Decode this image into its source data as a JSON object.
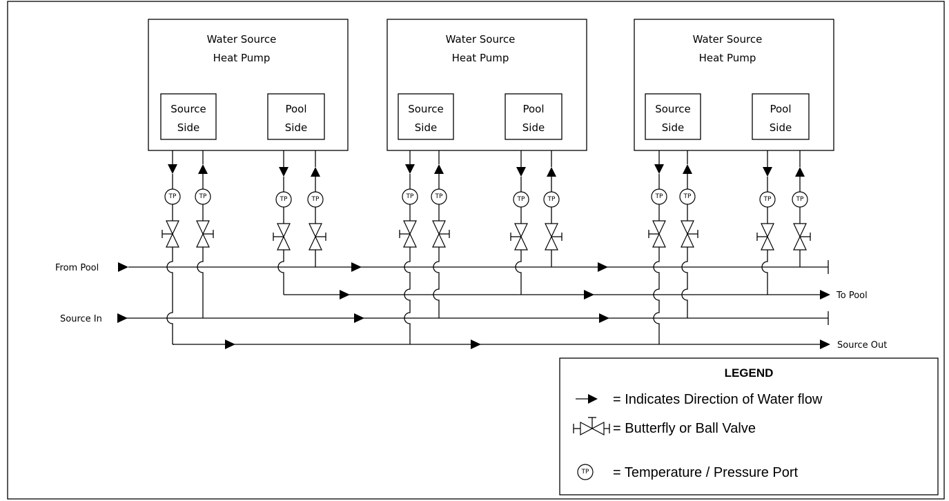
{
  "heat_pumps": [
    {
      "title_line1": "Water Source",
      "title_line2": "Heat Pump",
      "source_side": {
        "line1": "Source",
        "line2": "Side"
      },
      "pool_side": {
        "line1": "Pool",
        "line2": "Side"
      }
    },
    {
      "title_line1": "Water Source",
      "title_line2": "Heat Pump",
      "source_side": {
        "line1": "Source",
        "line2": "Side"
      },
      "pool_side": {
        "line1": "Pool",
        "line2": "Side"
      }
    },
    {
      "title_line1": "Water Source",
      "title_line2": "Heat Pump",
      "source_side": {
        "line1": "Source",
        "line2": "Side"
      },
      "pool_side": {
        "line1": "Pool",
        "line2": "Side"
      }
    }
  ],
  "port_label": "TP",
  "pipe_labels": {
    "from_pool": "From Pool",
    "to_pool": "To Pool",
    "source_in": "Source In",
    "source_out": "Source Out"
  },
  "legend": {
    "title": "LEGEND",
    "flow": "= Indicates Direction of Water flow",
    "valve": "= Butterfly or Ball Valve",
    "port": "= Temperature / Pressure Port",
    "port_symbol": "TP"
  }
}
